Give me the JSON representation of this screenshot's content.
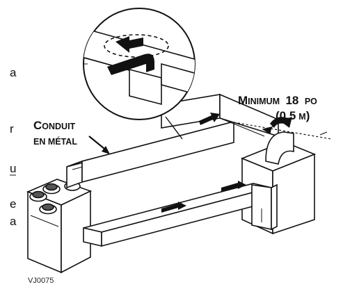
{
  "labels": {
    "conduit_line1_cap": "C",
    "conduit_line1_rest": "ONDUIT",
    "conduit_line2": "EN MÉTAL",
    "minimum_cap": "M",
    "minimum_rest": "INIMUM",
    "minimum_value": "18",
    "minimum_unit": "PO",
    "metric": "(0,5",
    "metric_unit": "M",
    "metric_close": ")",
    "figure_code": "VJ0075"
  },
  "edge_text": [
    "a",
    "r",
    "u",
    "e",
    "a"
  ],
  "icons": [
    "air-flow-arrow",
    "magnifier-circle",
    "dimension-arrow"
  ]
}
